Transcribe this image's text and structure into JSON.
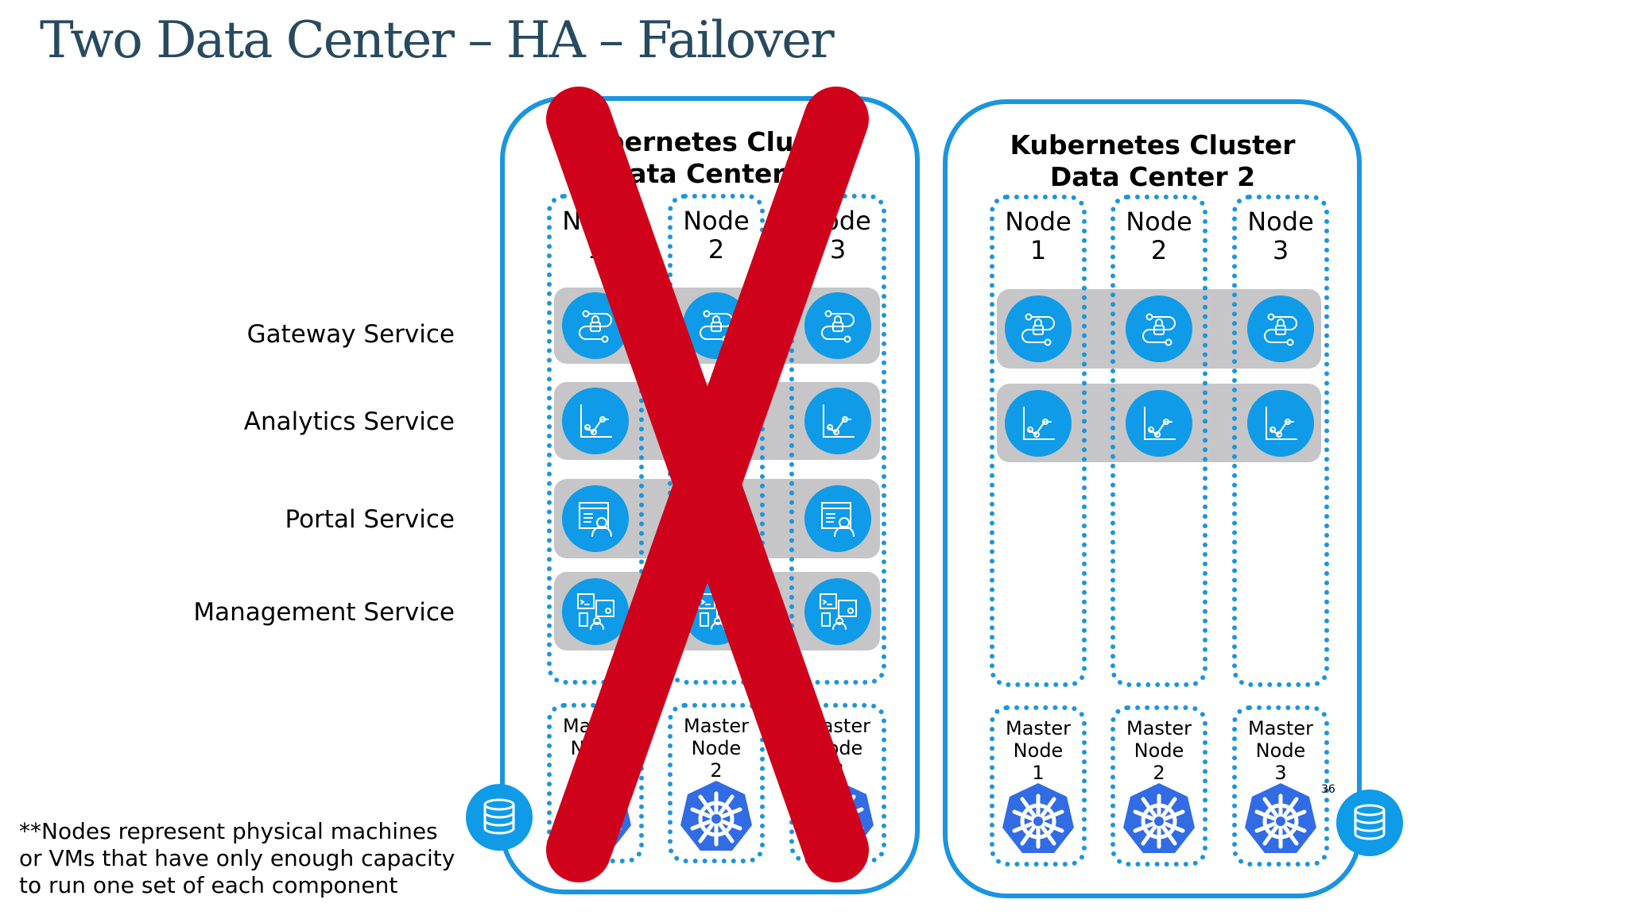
{
  "title": "Two Data Center – HA – Failover",
  "service_labels": [
    "Gateway Service",
    "Analytics Service",
    "Portal Service",
    "Management Service"
  ],
  "footnote": "**Nodes represent physical machines or VMs that have only enough capacity to run one set of each component",
  "page_number": "36",
  "colors": {
    "cluster_border": "#1b95e0",
    "service_icon": "#0f9be8",
    "k8s": "#326ce5",
    "band": "#c6c6c8",
    "failover_x": "#d0021b"
  },
  "clusters": [
    {
      "line1": "Kubernetes Cluster",
      "line2": "Data Center 1",
      "failed": true,
      "nodes": [
        {
          "label": "Node",
          "num": "1"
        },
        {
          "label": "Node",
          "num": "2"
        },
        {
          "label": "Node",
          "num": "3"
        }
      ],
      "masters": [
        {
          "l1": "Master",
          "l2": "Node",
          "num": "1"
        },
        {
          "l1": "Master",
          "l2": "Node",
          "num": "2"
        },
        {
          "l1": "Master",
          "l2": "Node",
          "num": "3"
        }
      ],
      "services": [
        "gateway",
        "analytics",
        "portal",
        "management"
      ]
    },
    {
      "line1": "Kubernetes Cluster",
      "line2": "Data Center 2",
      "failed": false,
      "nodes": [
        {
          "label": "Node",
          "num": "1"
        },
        {
          "label": "Node",
          "num": "2"
        },
        {
          "label": "Node",
          "num": "3"
        }
      ],
      "masters": [
        {
          "l1": "Master",
          "l2": "Node",
          "num": "1"
        },
        {
          "l1": "Master",
          "l2": "Node",
          "num": "2"
        },
        {
          "l1": "Master",
          "l2": "Node",
          "num": "3"
        }
      ],
      "services": [
        "gateway",
        "analytics"
      ]
    }
  ]
}
